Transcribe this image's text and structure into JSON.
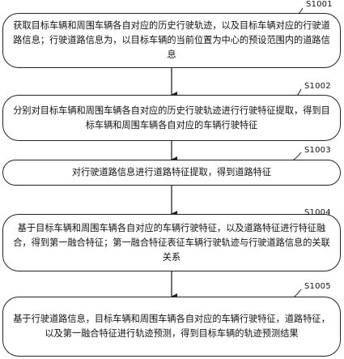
{
  "steps": [
    {
      "id": "S1001",
      "text": "获取目标车辆和周围车辆各自对应的历史行驶轨迹，以及目标车辆对应的行驶道路信息；行驶道路信息为，以目标车辆的当前位置为中心的预设范围内的道路信息"
    },
    {
      "id": "S1002",
      "text": "分别对目标车辆和周围车辆各自对应的历史行驶轨迹进行行驶特征提取，得到目标车辆和周围车辆各自对应的车辆行驶特征"
    },
    {
      "id": "S1003",
      "text": "对行驶道路信息进行道路特征提取，得到道路特征"
    },
    {
      "id": "S1004",
      "text": "基于目标车辆和周围车辆各自对应的车辆行驶特征，以及道路特征进行特征融合，得到第一融合特征；第一融合特征表征车辆行驶轨迹与行驶道路信息的关联关系"
    },
    {
      "id": "S1005",
      "text": "基于行驶道路信息，目标车辆和周围车辆各自对应的车辆行驶特征，道路特征，以及第一融合特征进行轨迹预测，得到目标车辆的轨迹预测结果"
    }
  ]
}
